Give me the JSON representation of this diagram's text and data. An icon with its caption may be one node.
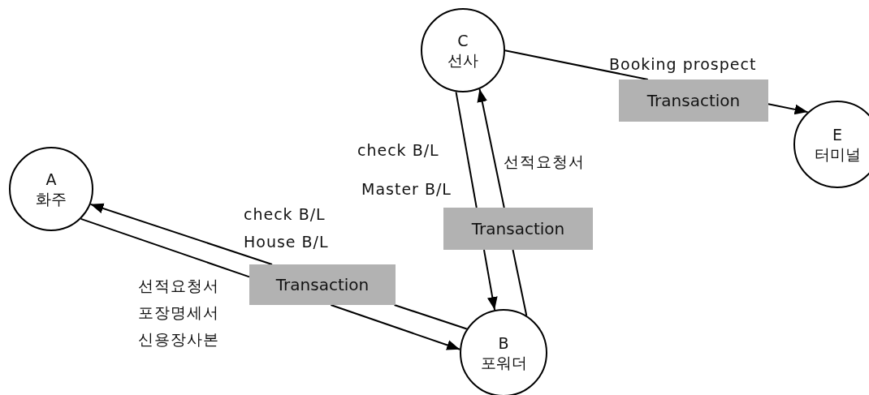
{
  "diagram": {
    "nodes": [
      {
        "text": [
          "C",
          "선사"
        ]
      },
      {
        "text": [
          "Transaction"
        ]
      },
      {
        "text": [
          "E",
          "터미널"
        ]
      },
      {
        "text": [
          "A",
          "화주"
        ]
      },
      {
        "text": [
          "Transaction"
        ]
      },
      {
        "text": [
          "Transaction"
        ]
      },
      {
        "text": [
          "B",
          "포워더"
        ]
      }
    ],
    "edges": [
      {
        "from": 0,
        "to": 1,
        "arrow": "none"
      },
      {
        "from": 1,
        "to": 2,
        "arrow": "to"
      },
      {
        "from": 0,
        "to": 4,
        "arrow": "none"
      },
      {
        "from": 4,
        "to": 6,
        "arrow": "to"
      },
      {
        "from": 6,
        "to": 4,
        "arrow": "none"
      },
      {
        "from": 4,
        "to": 0,
        "arrow": "to"
      },
      {
        "from": 6,
        "to": 5,
        "arrow": "none"
      },
      {
        "from": 5,
        "to": 3,
        "arrow": "to"
      },
      {
        "from": 3,
        "to": 5,
        "arrow": "none"
      },
      {
        "from": 5,
        "to": 6,
        "arrow": "to"
      }
    ],
    "labels": [
      "Booking prospect",
      "check B/L",
      "선적요청서",
      "Master B/L",
      "check B/L",
      "House B/L",
      "선적요청서",
      "포장명세서",
      "신용장사본"
    ]
  }
}
